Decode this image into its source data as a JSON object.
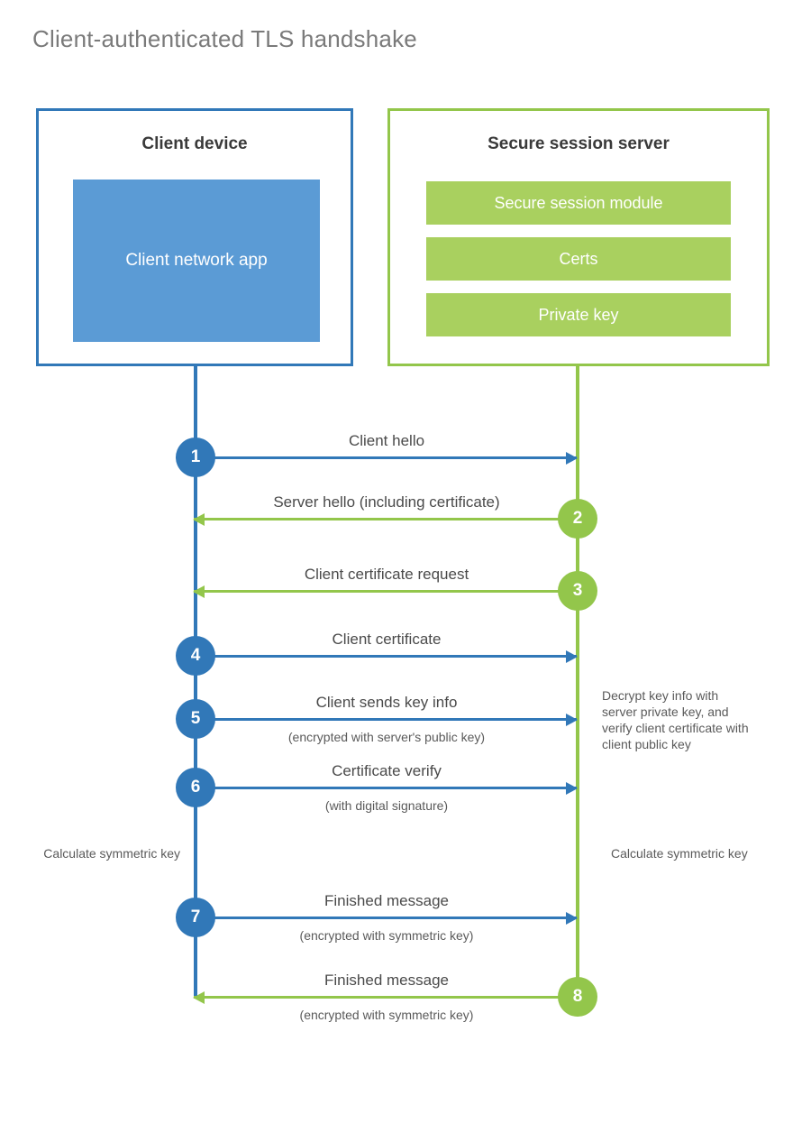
{
  "title": "Client-authenticated TLS handshake",
  "colors": {
    "blue": "#3178b8",
    "blue_fill": "#5b9bd5",
    "green": "#93c64b",
    "green_fill": "#a9d05f",
    "title_gray": "#7a7a7a",
    "text_gray": "#4a4a4a",
    "background": "#ffffff"
  },
  "actors": {
    "client": {
      "title": "Client device",
      "inner_block_label": "Client network app"
    },
    "server": {
      "title": "Secure session server",
      "components": [
        "Secure session module",
        "Certs",
        "Private key"
      ]
    }
  },
  "steps": [
    {
      "number": "1",
      "label": "Client hello",
      "sublabel": "",
      "direction": "client-to-server",
      "color": "blue"
    },
    {
      "number": "2",
      "label": "Server hello (including certificate)",
      "sublabel": "",
      "direction": "server-to-client",
      "color": "green"
    },
    {
      "number": "3",
      "label": "Client certificate request",
      "sublabel": "",
      "direction": "server-to-client",
      "color": "green"
    },
    {
      "number": "4",
      "label": "Client certificate",
      "sublabel": "",
      "direction": "client-to-server",
      "color": "blue"
    },
    {
      "number": "5",
      "label": "Client sends key info",
      "sublabel": "(encrypted with server's public key)",
      "direction": "client-to-server",
      "color": "blue"
    },
    {
      "number": "6",
      "label": "Certificate verify",
      "sublabel": "(with digital signature)",
      "direction": "client-to-server",
      "color": "blue"
    },
    {
      "number": "7",
      "label": "Finished message",
      "sublabel": "(encrypted with symmetric key)",
      "direction": "client-to-server",
      "color": "blue"
    },
    {
      "number": "8",
      "label": "Finished message",
      "sublabel": "(encrypted with symmetric key)",
      "direction": "server-to-client",
      "color": "green"
    }
  ],
  "notes": {
    "server_decrypt": "Decrypt key info with server private key, and verify client certificate with client public key",
    "client_calculate": "Calculate symmetric key",
    "server_calculate": "Calculate symmetric key"
  }
}
